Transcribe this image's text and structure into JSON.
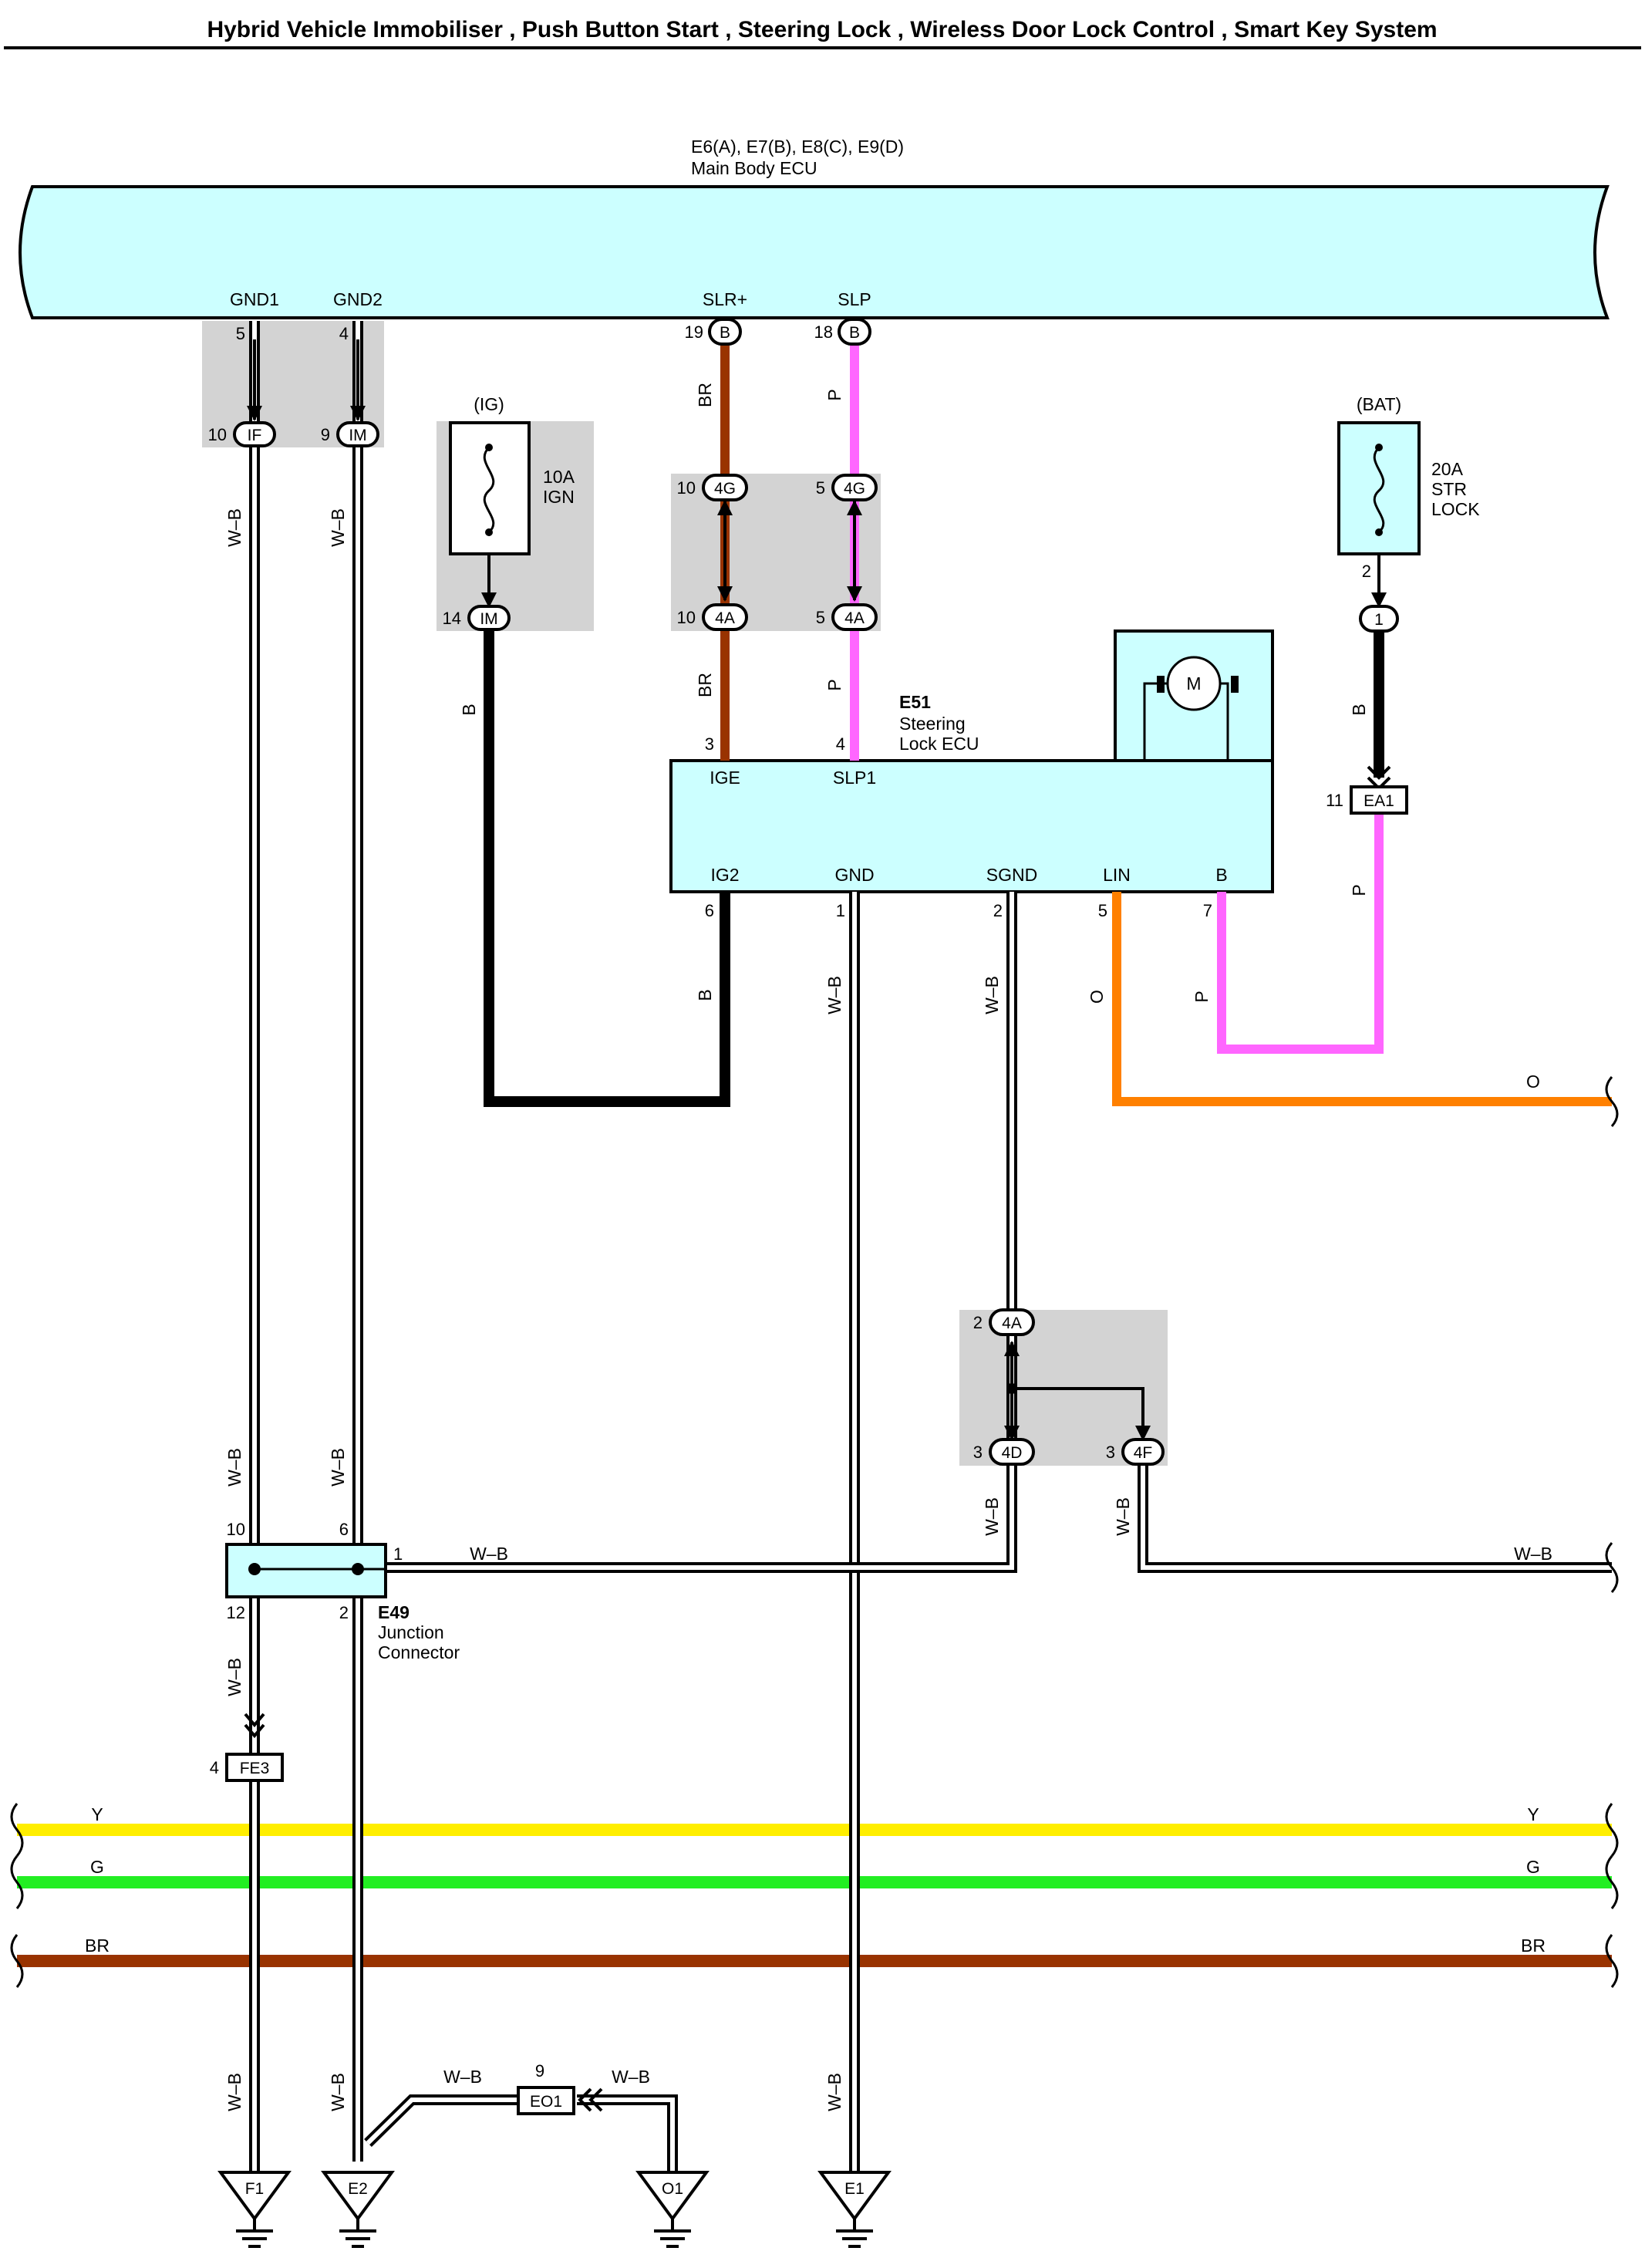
{
  "title": "Hybrid Vehicle Immobiliser , Push Button Start , Steering Lock , Wireless Door Lock Control , Smart Key System",
  "colors": {
    "ecu_fill": "#ccffff",
    "shade": "#d3d3d3",
    "wire_B": "#000000",
    "wire_BR": "#993300",
    "wire_P": "#ff66ff",
    "wire_O": "#ff8000",
    "wire_Y": "#ffee00",
    "wire_G": "#22ee22",
    "wire_WB": "#ffffff"
  },
  "main_body_ecu": {
    "codes": "E6(A), E7(B), E8(C), E9(D)",
    "name": "Main Body ECU",
    "pins": [
      {
        "label": "GND1",
        "num": "5",
        "connector": "IF",
        "conn_pin": "10",
        "wire": "W–B"
      },
      {
        "label": "GND2",
        "num": "4",
        "connector": "IM",
        "conn_pin": "9",
        "wire": "W–B"
      },
      {
        "label": "SLR+",
        "num": "19",
        "connector": "B",
        "wire": "BR"
      },
      {
        "label": "SLP",
        "num": "18",
        "connector": "B",
        "wire": "P"
      }
    ]
  },
  "fuse_ig": {
    "source": "(IG)",
    "rating": "10A",
    "name": "IGN",
    "pin": "14",
    "connector": "IM",
    "wire": "B"
  },
  "fuse_bat": {
    "source": "(BAT)",
    "rating": "20A",
    "name1": "STR",
    "name2": "LOCK",
    "pin": "2",
    "connector": "1",
    "wire": "B"
  },
  "ea1": {
    "connector": "EA1",
    "pin": "11",
    "wire": "P"
  },
  "relay_conn": {
    "top": [
      {
        "pin": "10",
        "conn": "4G"
      },
      {
        "pin": "5",
        "conn": "4G"
      }
    ],
    "bottom": [
      {
        "pin": "10",
        "conn": "4A"
      },
      {
        "pin": "5",
        "conn": "4A"
      }
    ]
  },
  "steering_ecu": {
    "code": "E51",
    "name1": "Steering",
    "name2": "Lock ECU",
    "motor": "M",
    "top_pins": [
      {
        "label": "IGE",
        "num": "3",
        "wire": "BR"
      },
      {
        "label": "SLP1",
        "num": "4",
        "wire": "P"
      }
    ],
    "bottom_pins": [
      {
        "label": "IG2",
        "num": "6",
        "wire": "B"
      },
      {
        "label": "GND",
        "num": "1",
        "wire": "W–B"
      },
      {
        "label": "SGND",
        "num": "2",
        "wire": "W–B"
      },
      {
        "label": "LIN",
        "num": "5",
        "wire": "O"
      },
      {
        "label": "B",
        "num": "7",
        "wire": "P"
      }
    ],
    "lin_out": "O"
  },
  "sgnd_junction": {
    "in_pin": "2",
    "in_conn": "4A",
    "out1_pin": "3",
    "out1_conn": "4D",
    "out2_pin": "3",
    "out2_conn": "4F"
  },
  "junction_e49": {
    "code": "E49",
    "name1": "Junction",
    "name2": "Connector",
    "pin_top1": "10",
    "pin_top2": "6",
    "pin_right": "1",
    "pin_bot1": "12",
    "pin_bot2": "2",
    "wire_out": "W–B"
  },
  "fe3": {
    "connector": "FE3",
    "pin": "4"
  },
  "buses": [
    {
      "name": "Y",
      "color": "#ffee00"
    },
    {
      "name": "G",
      "color": "#22ee22"
    },
    {
      "name": "BR",
      "color": "#993300"
    }
  ],
  "wb_label": "W–B",
  "eo1": {
    "connector": "EO1",
    "pin": "9"
  },
  "grounds": [
    "F1",
    "E2",
    "O1",
    "E1"
  ]
}
